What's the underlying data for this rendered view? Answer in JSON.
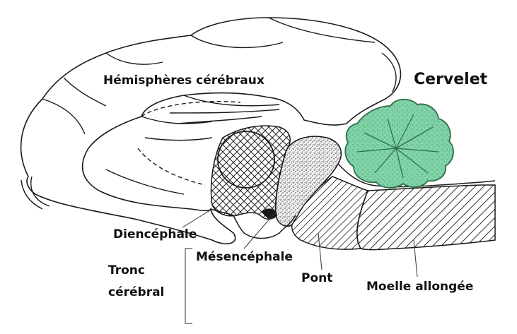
{
  "labels": {
    "hemispheres": "Hémisphères cérébraux",
    "cerebellum": "Cervelet",
    "diencephalon": "Diencéphale",
    "mesencephalon": "Mésencéphale",
    "brainstem_line1": "Tronc",
    "brainstem_line2": "cérébral",
    "pons": "Pont",
    "medulla": "Moelle allongée"
  },
  "colors": {
    "outline": "#1a1a1a",
    "cerebellum_fill": "#7fd3a6",
    "cerebellum_stroke": "#2f6e4c",
    "background": "#ffffff"
  }
}
